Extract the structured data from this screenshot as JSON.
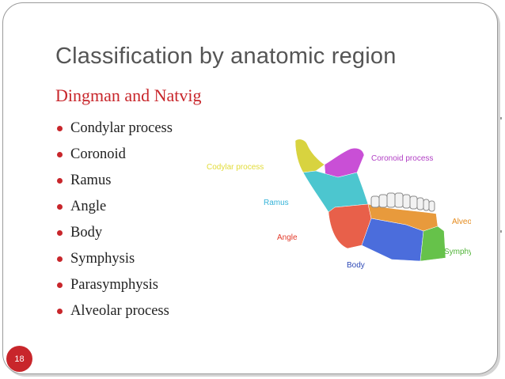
{
  "slide": {
    "title": "Classification by anatomic region",
    "subtitle": "Dingman and Natvig",
    "bullets": [
      "Condylar process",
      "Coronoid",
      "Ramus",
      "Angle",
      "Body",
      "Symphysis",
      "Parasymphysis",
      "Alveolar process"
    ],
    "page_number": "18"
  },
  "figure": {
    "labels": {
      "condylar": "Codylar process",
      "coronoid": "Coronoid process",
      "ramus": "Ramus",
      "angle": "Angle",
      "body": "Body",
      "alveolus": "Alveolus",
      "symphysis": "Symphysis"
    },
    "label_colors": {
      "condylar": "#e2dc3a",
      "coronoid": "#b13fc4",
      "ramus": "#35b3d8",
      "angle": "#e23a2a",
      "body": "#2e49b6",
      "alveolus": "#e58a1b",
      "symphysis": "#4fb336"
    },
    "region_colors": {
      "condylar": "#d8d33f",
      "coronoid": "#c94fd6",
      "ramus": "#4cc6cf",
      "angle": "#e8604a",
      "body": "#4b6ddc",
      "alveolus": "#e89a3c",
      "symphysis": "#66c24a"
    }
  },
  "theme": {
    "accent": "#c8262b",
    "title_color": "#555555"
  }
}
